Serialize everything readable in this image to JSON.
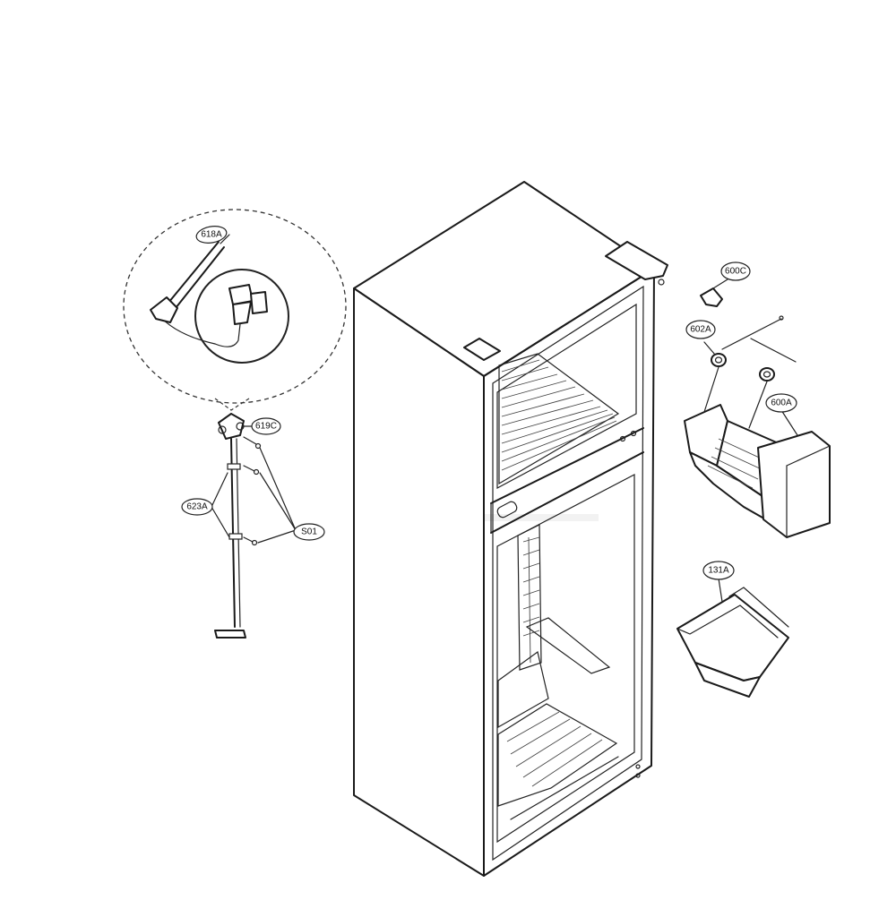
{
  "diagram": {
    "callouts": [
      {
        "id": "618A",
        "label": "618A"
      },
      {
        "id": "619C",
        "label": "619C"
      },
      {
        "id": "623A",
        "label": "623A"
      },
      {
        "id": "S01",
        "label": "S01"
      },
      {
        "id": "600C",
        "label": "600C"
      },
      {
        "id": "602A",
        "label": "602A"
      },
      {
        "id": "600A",
        "label": "600A"
      },
      {
        "id": "131A",
        "label": "131A"
      }
    ]
  },
  "colors": {
    "line": "#1a1a1a",
    "background": "#ffffff",
    "watermark": "#d8d8d8"
  }
}
